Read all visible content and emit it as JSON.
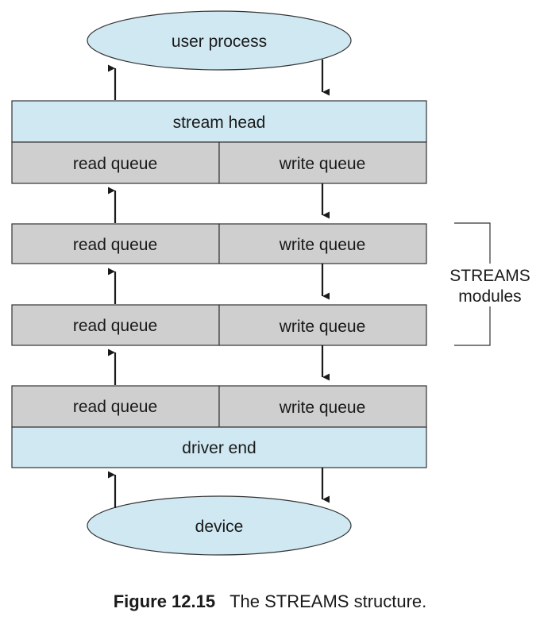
{
  "diagram": {
    "user_process": "user process",
    "stream_head": "stream head",
    "driver_end": "driver end",
    "device": "device",
    "modules_label_line1": "STREAMS",
    "modules_label_line2": "modules",
    "queues": [
      {
        "read": "read queue",
        "write": "write queue"
      },
      {
        "read": "read queue",
        "write": "write queue"
      },
      {
        "read": "read queue",
        "write": "write queue"
      },
      {
        "read": "read queue",
        "write": "write queue"
      }
    ],
    "colors": {
      "blue": "#cfe8f2",
      "gray": "#cfcfcf",
      "stroke": "#333333"
    }
  },
  "caption": {
    "figure_number": "Figure 12.15",
    "text": "The STREAMS structure."
  }
}
